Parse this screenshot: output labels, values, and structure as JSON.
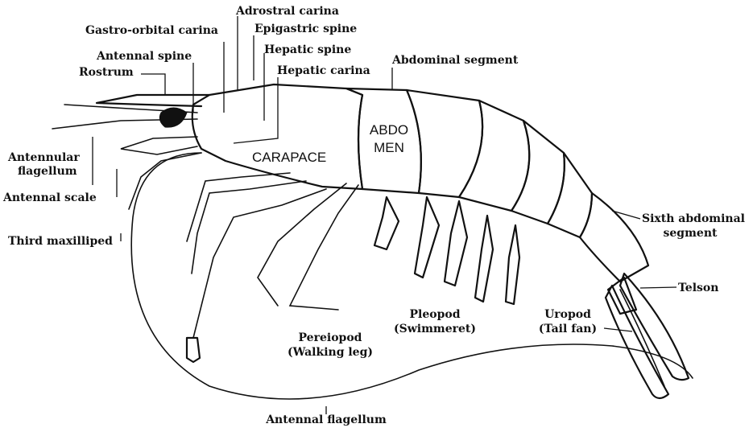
{
  "labels": {
    "adrostral_carina": "Adrostral carina",
    "gastro_orbital_carina": "Gastro-orbital carina",
    "epigastric_spine": "Epigastric spine",
    "hepatic_spine": "Hepatic spine",
    "antennal_spine": "Antennal spine",
    "hepatic_carina": "Hepatic carina",
    "rostrum": "Rostrum",
    "abdominal_segment": "Abdominal segment",
    "antennular_flagellum_1": "Antennular",
    "antennular_flagellum_2": "flagellum",
    "antennal_scale": "Antennal scale",
    "third_maxilliped": "Third maxilliped",
    "carapace": "CARAPACE",
    "abdomen_1": "ABDO",
    "abdomen_2": "MEN",
    "sixth_segment_1": "Sixth abdominal",
    "sixth_segment_2": "segment",
    "telson": "Telson",
    "pleopod_1": "Pleopod",
    "pleopod_2": "(Swimmeret)",
    "uropod_1": "Uropod",
    "uropod_2": "(Tail fan)",
    "pereiopod_1": "Pereiopod",
    "pereiopod_2": "(Walking leg)",
    "antennal_flagellum": "Antennal flagellum"
  }
}
